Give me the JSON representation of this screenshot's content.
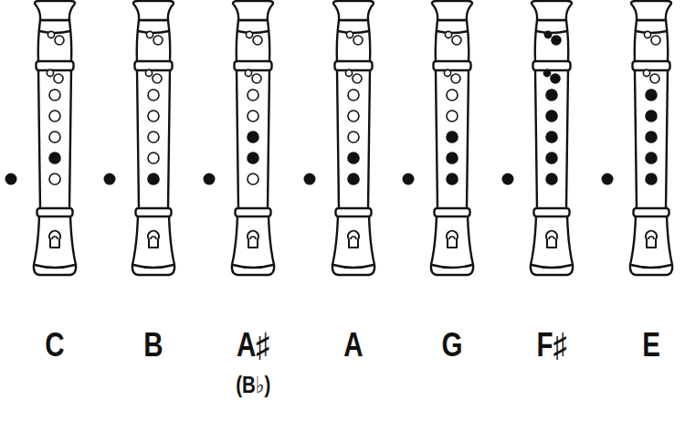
{
  "diagram": {
    "labels": [
      "C",
      "B",
      "A♯",
      "(B♭)",
      "A",
      "G",
      "F♯",
      "E"
    ]
  }
}
